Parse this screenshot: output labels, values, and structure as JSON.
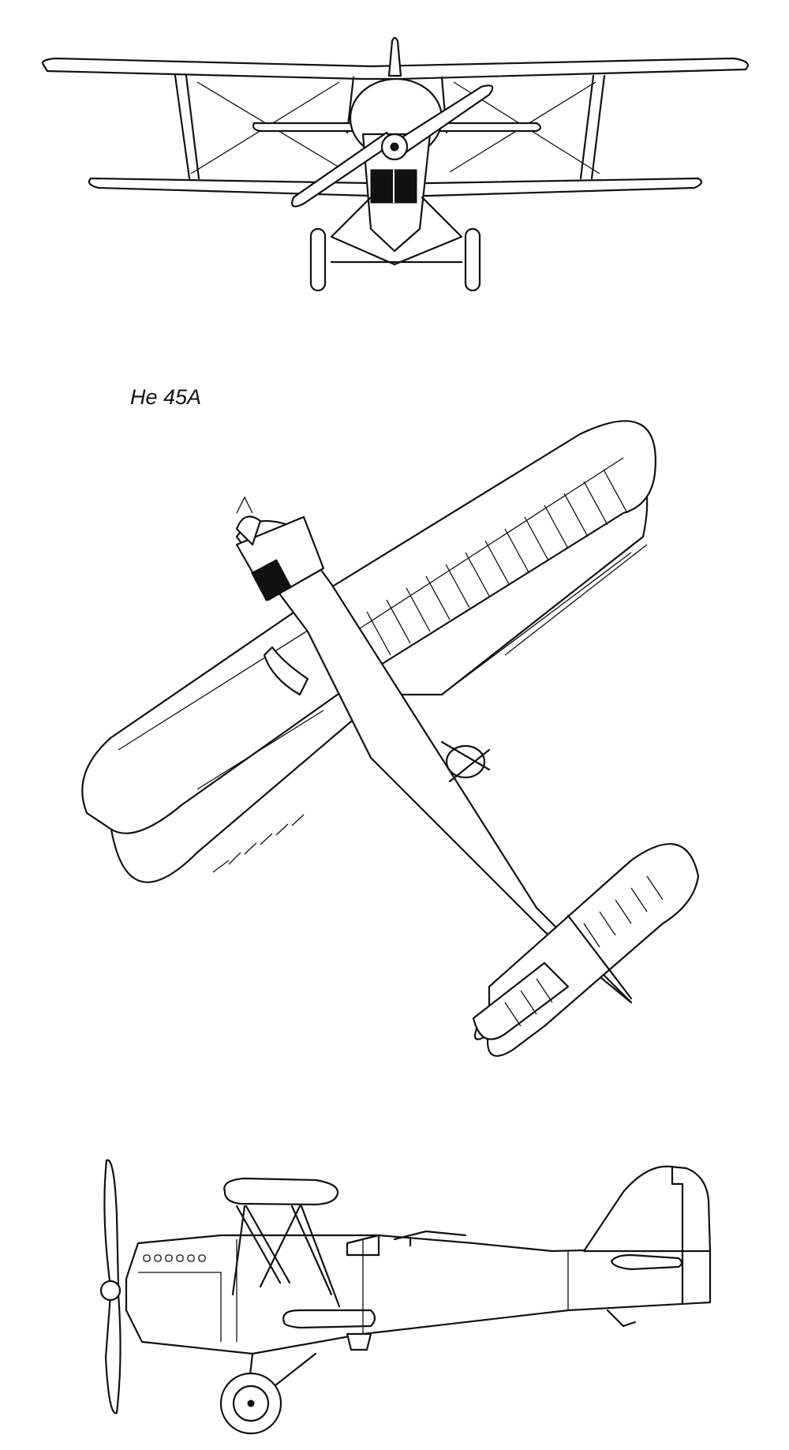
{
  "title": "He 45A",
  "views": {
    "front": "front-view",
    "top": "top-view",
    "side": "side-view"
  }
}
